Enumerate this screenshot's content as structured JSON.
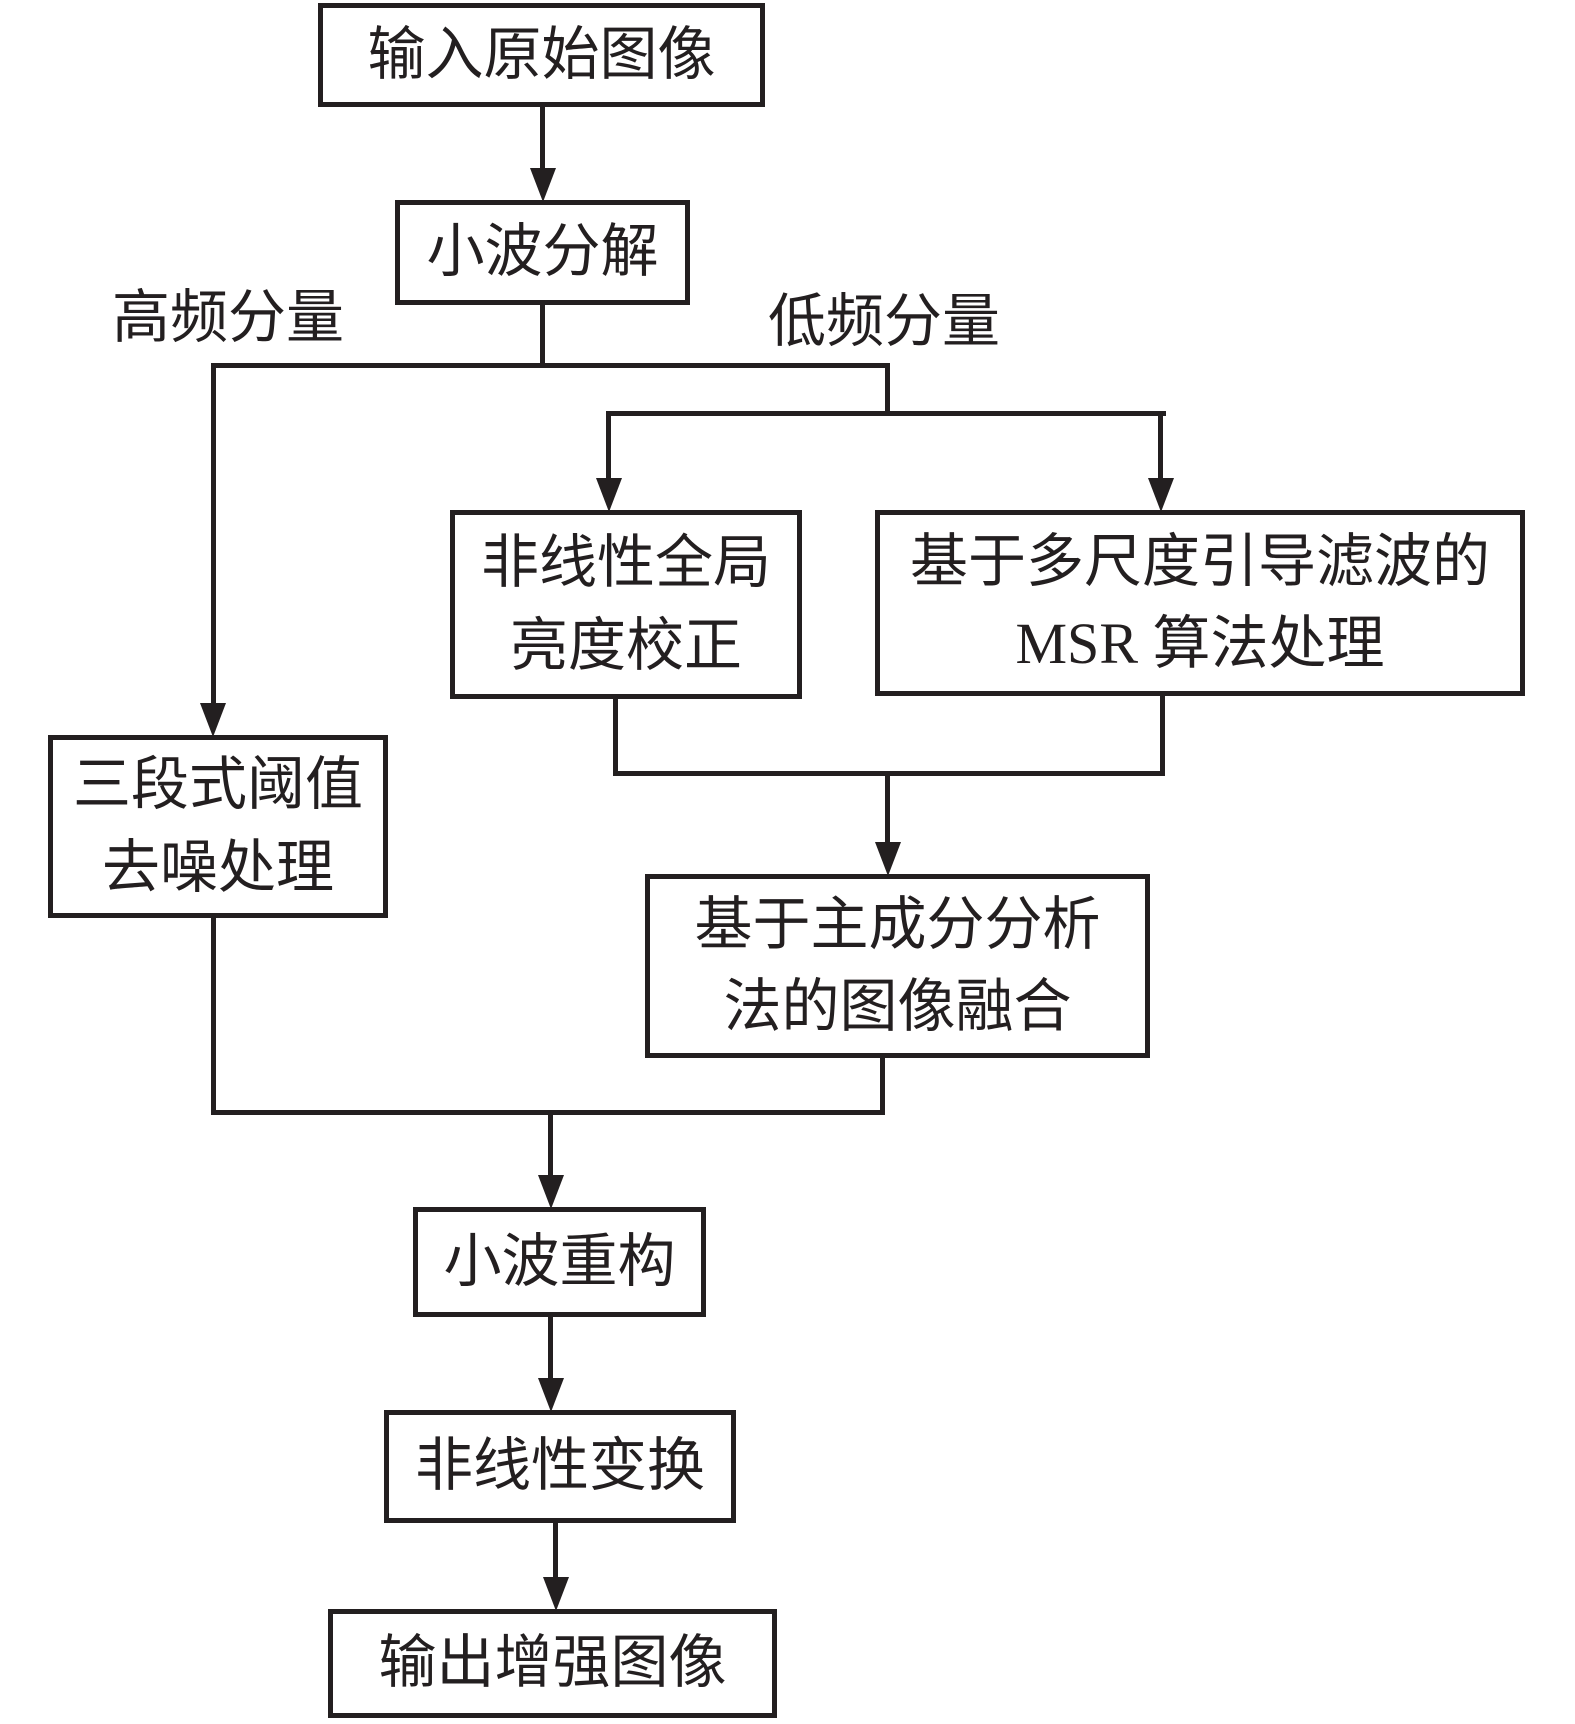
{
  "figure": {
    "background": "#ffffff",
    "line_color": "#231f20",
    "text_color": "#231f20"
  },
  "nodes": {
    "input": {
      "label": "输入原始图像"
    },
    "wavelet_decompose": {
      "label": "小波分解"
    },
    "threshold_denoise": {
      "lines": [
        "三段式阈值",
        "去噪处理"
      ]
    },
    "brightness_correction": {
      "lines": [
        "非线性全局",
        "亮度校正"
      ]
    },
    "msr_guided_filter": {
      "lines": [
        "基于多尺度引导滤波的",
        "MSR 算法处理"
      ]
    },
    "pca_fusion": {
      "lines": [
        "基于主成分分析",
        "法的图像融合"
      ]
    },
    "wavelet_reconstruct": {
      "label": "小波重构"
    },
    "nonlinear_transform": {
      "label": "非线性变换"
    },
    "output": {
      "label": "输出增强图像"
    }
  },
  "edge_labels": {
    "high_freq": "高频分量",
    "low_freq": "低频分量"
  }
}
